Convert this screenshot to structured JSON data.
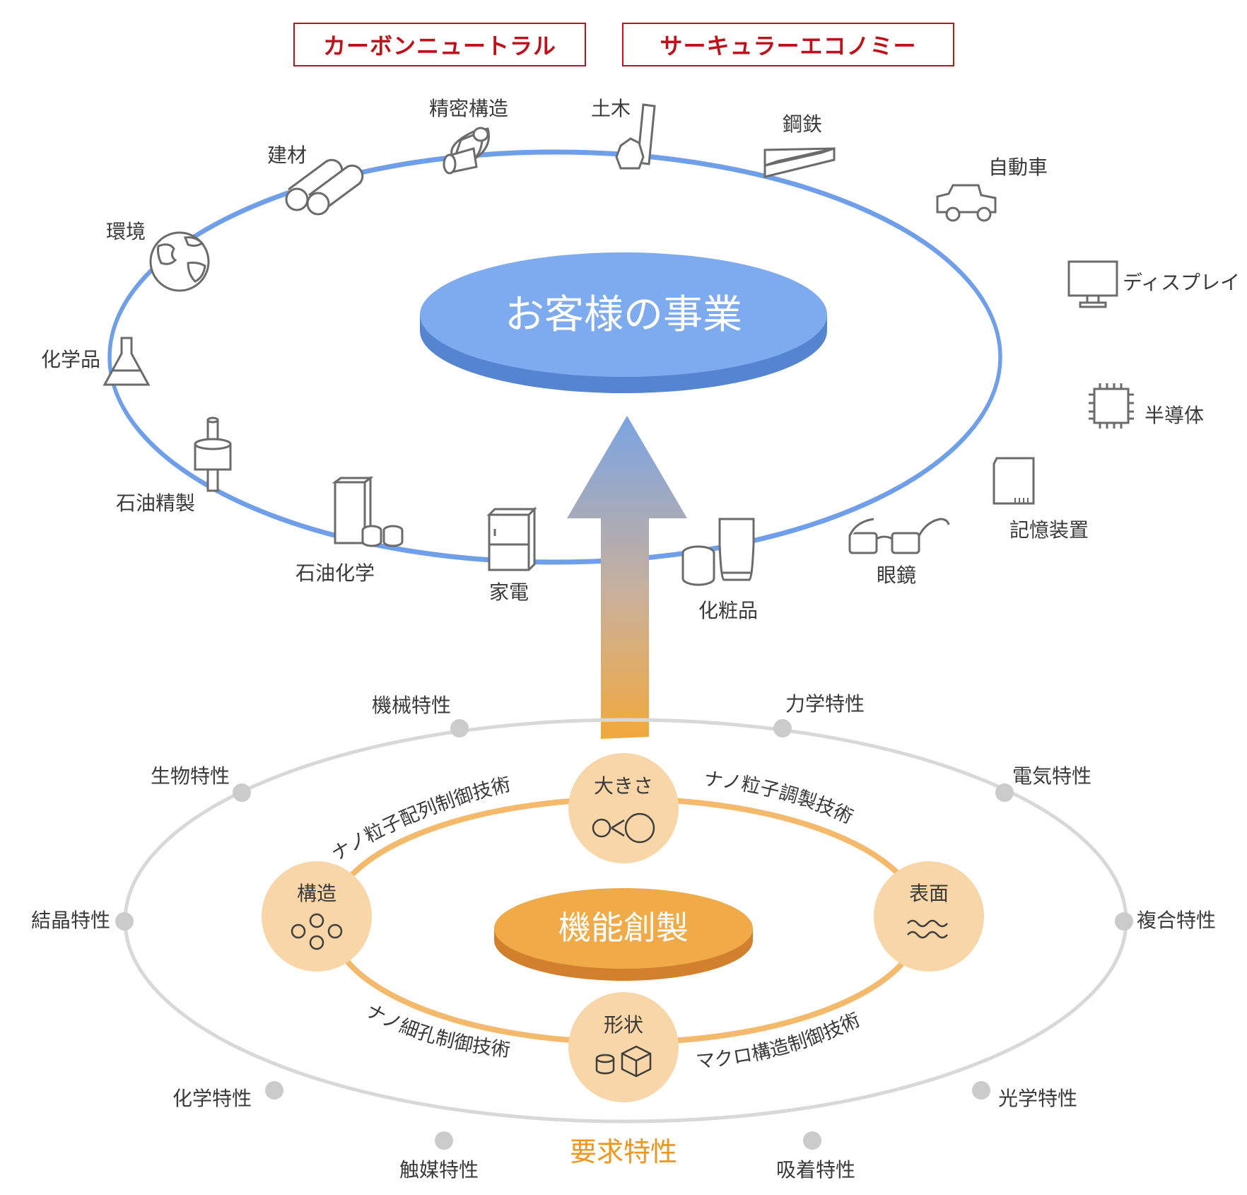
{
  "tags": [
    "カーボンニュートラル",
    "サーキュラーエコノミー"
  ],
  "top": {
    "center": "お客様の事業",
    "industries": [
      {
        "label": "精密構造",
        "icon": "bent-pipe-icon"
      },
      {
        "label": "土木",
        "icon": "civil-engineering-icon"
      },
      {
        "label": "鋼鉄",
        "icon": "steel-bar-icon"
      },
      {
        "label": "建材",
        "icon": "pipes-icon"
      },
      {
        "label": "自動車",
        "icon": "car-icon"
      },
      {
        "label": "環境",
        "icon": "globe-icon"
      },
      {
        "label": "ディスプレイ",
        "icon": "monitor-icon"
      },
      {
        "label": "化学品",
        "icon": "flask-icon"
      },
      {
        "label": "半導体",
        "icon": "chip-icon"
      },
      {
        "label": "石油精製",
        "icon": "refinery-icon"
      },
      {
        "label": "記憶装置",
        "icon": "sd-card-icon"
      },
      {
        "label": "石油化学",
        "icon": "tank-icon"
      },
      {
        "label": "家電",
        "icon": "refrigerator-icon"
      },
      {
        "label": "化粧品",
        "icon": "cosmetics-icon"
      },
      {
        "label": "眼鏡",
        "icon": "glasses-icon"
      }
    ]
  },
  "bottom": {
    "center": "機能創製",
    "nodes": [
      {
        "label": "大きさ",
        "icon": "size-circles-icon"
      },
      {
        "label": "構造",
        "icon": "particles-icon"
      },
      {
        "label": "表面",
        "icon": "waves-icon"
      },
      {
        "label": "形状",
        "icon": "cube-icon"
      }
    ],
    "techniques": [
      "ナノ粒子配列制御技術",
      "ナノ粒子調製技術",
      "ナノ細孔制御技術",
      "マクロ構造制御技術"
    ],
    "properties": [
      "機械特性",
      "力学特性",
      "生物特性",
      "電気特性",
      "結晶特性",
      "複合特性",
      "化学特性",
      "光学特性",
      "触媒特性",
      "吸着特性"
    ],
    "requirement_label": "要求特性"
  }
}
